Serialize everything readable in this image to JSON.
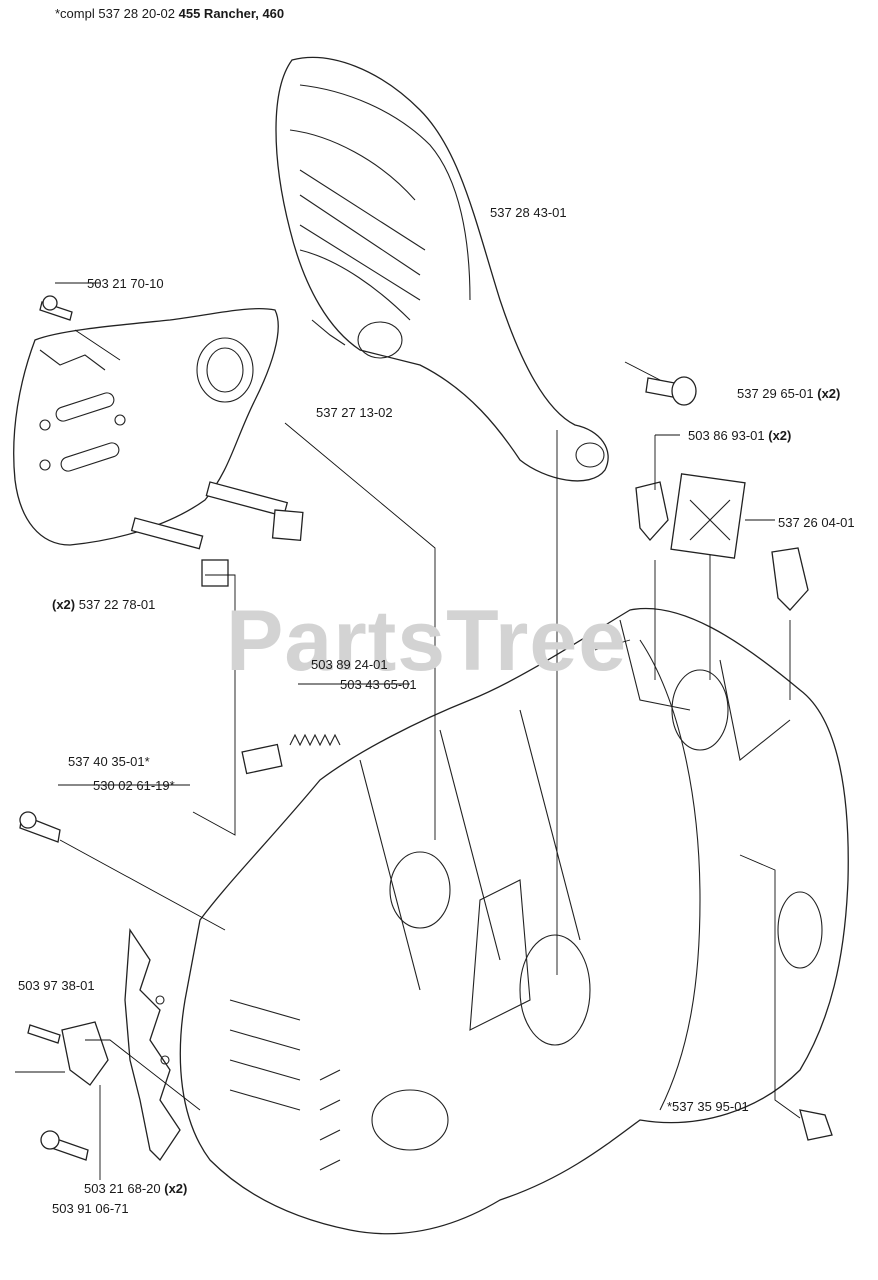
{
  "title": {
    "prefix": "*compl",
    "number": "537 28 20-02",
    "models": "455 Rancher, 460"
  },
  "watermark": "PartsTree",
  "parts": [
    {
      "id": "p1",
      "number": "537 28 43-01",
      "qty": ""
    },
    {
      "id": "p2",
      "number": "503 21 70-10",
      "qty": ""
    },
    {
      "id": "p3",
      "number": "537 27 13-02",
      "qty": ""
    },
    {
      "id": "p4",
      "number": "537 29 65-01",
      "qty": "(x2)"
    },
    {
      "id": "p5",
      "number": "503 86 93-01",
      "qty": "(x2)"
    },
    {
      "id": "p6",
      "number": "537 26 04-01",
      "qty": ""
    },
    {
      "id": "p7",
      "number": "537 22 78-01",
      "qty": "(x2)"
    },
    {
      "id": "p8",
      "number": "503 89 24-01",
      "qty": ""
    },
    {
      "id": "p9",
      "number": "503 43 65-01",
      "qty": ""
    },
    {
      "id": "p10",
      "number": "537 40 35-01*",
      "qty": ""
    },
    {
      "id": "p11",
      "number": "530 02 61-19*",
      "qty": ""
    },
    {
      "id": "p12",
      "number": "503 97 38-01",
      "qty": ""
    },
    {
      "id": "p13",
      "number": "*537 35 95-01",
      "qty": ""
    },
    {
      "id": "p14",
      "number": "503 21 68-20",
      "qty": "(x2)"
    },
    {
      "id": "p15",
      "number": "503 91 06-71",
      "qty": ""
    }
  ]
}
